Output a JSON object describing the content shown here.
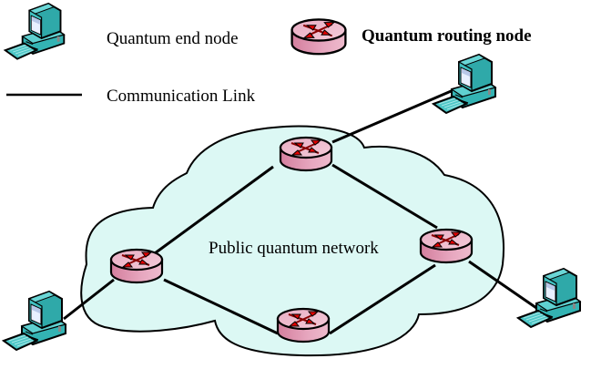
{
  "legend": {
    "end_node_label": "Quantum end node",
    "routing_node_label": "Quantum routing node",
    "link_label": "Communication Link"
  },
  "network": {
    "label": "Public quantum network"
  },
  "colors": {
    "cloud_fill": "#dcf8f4",
    "router_top": "#eab6c8",
    "router_side": "#d98aa6",
    "router_arrow": "#e30000",
    "computer_teal": "#3cbcbc",
    "computer_screen": "#e8f0ff",
    "link": "#000000"
  },
  "nodes": {
    "end_nodes": [
      "end-node-top-right",
      "end-node-bottom-left",
      "end-node-bottom-right"
    ],
    "routing_nodes": [
      "router-top",
      "router-left",
      "router-right",
      "router-bottom"
    ]
  }
}
